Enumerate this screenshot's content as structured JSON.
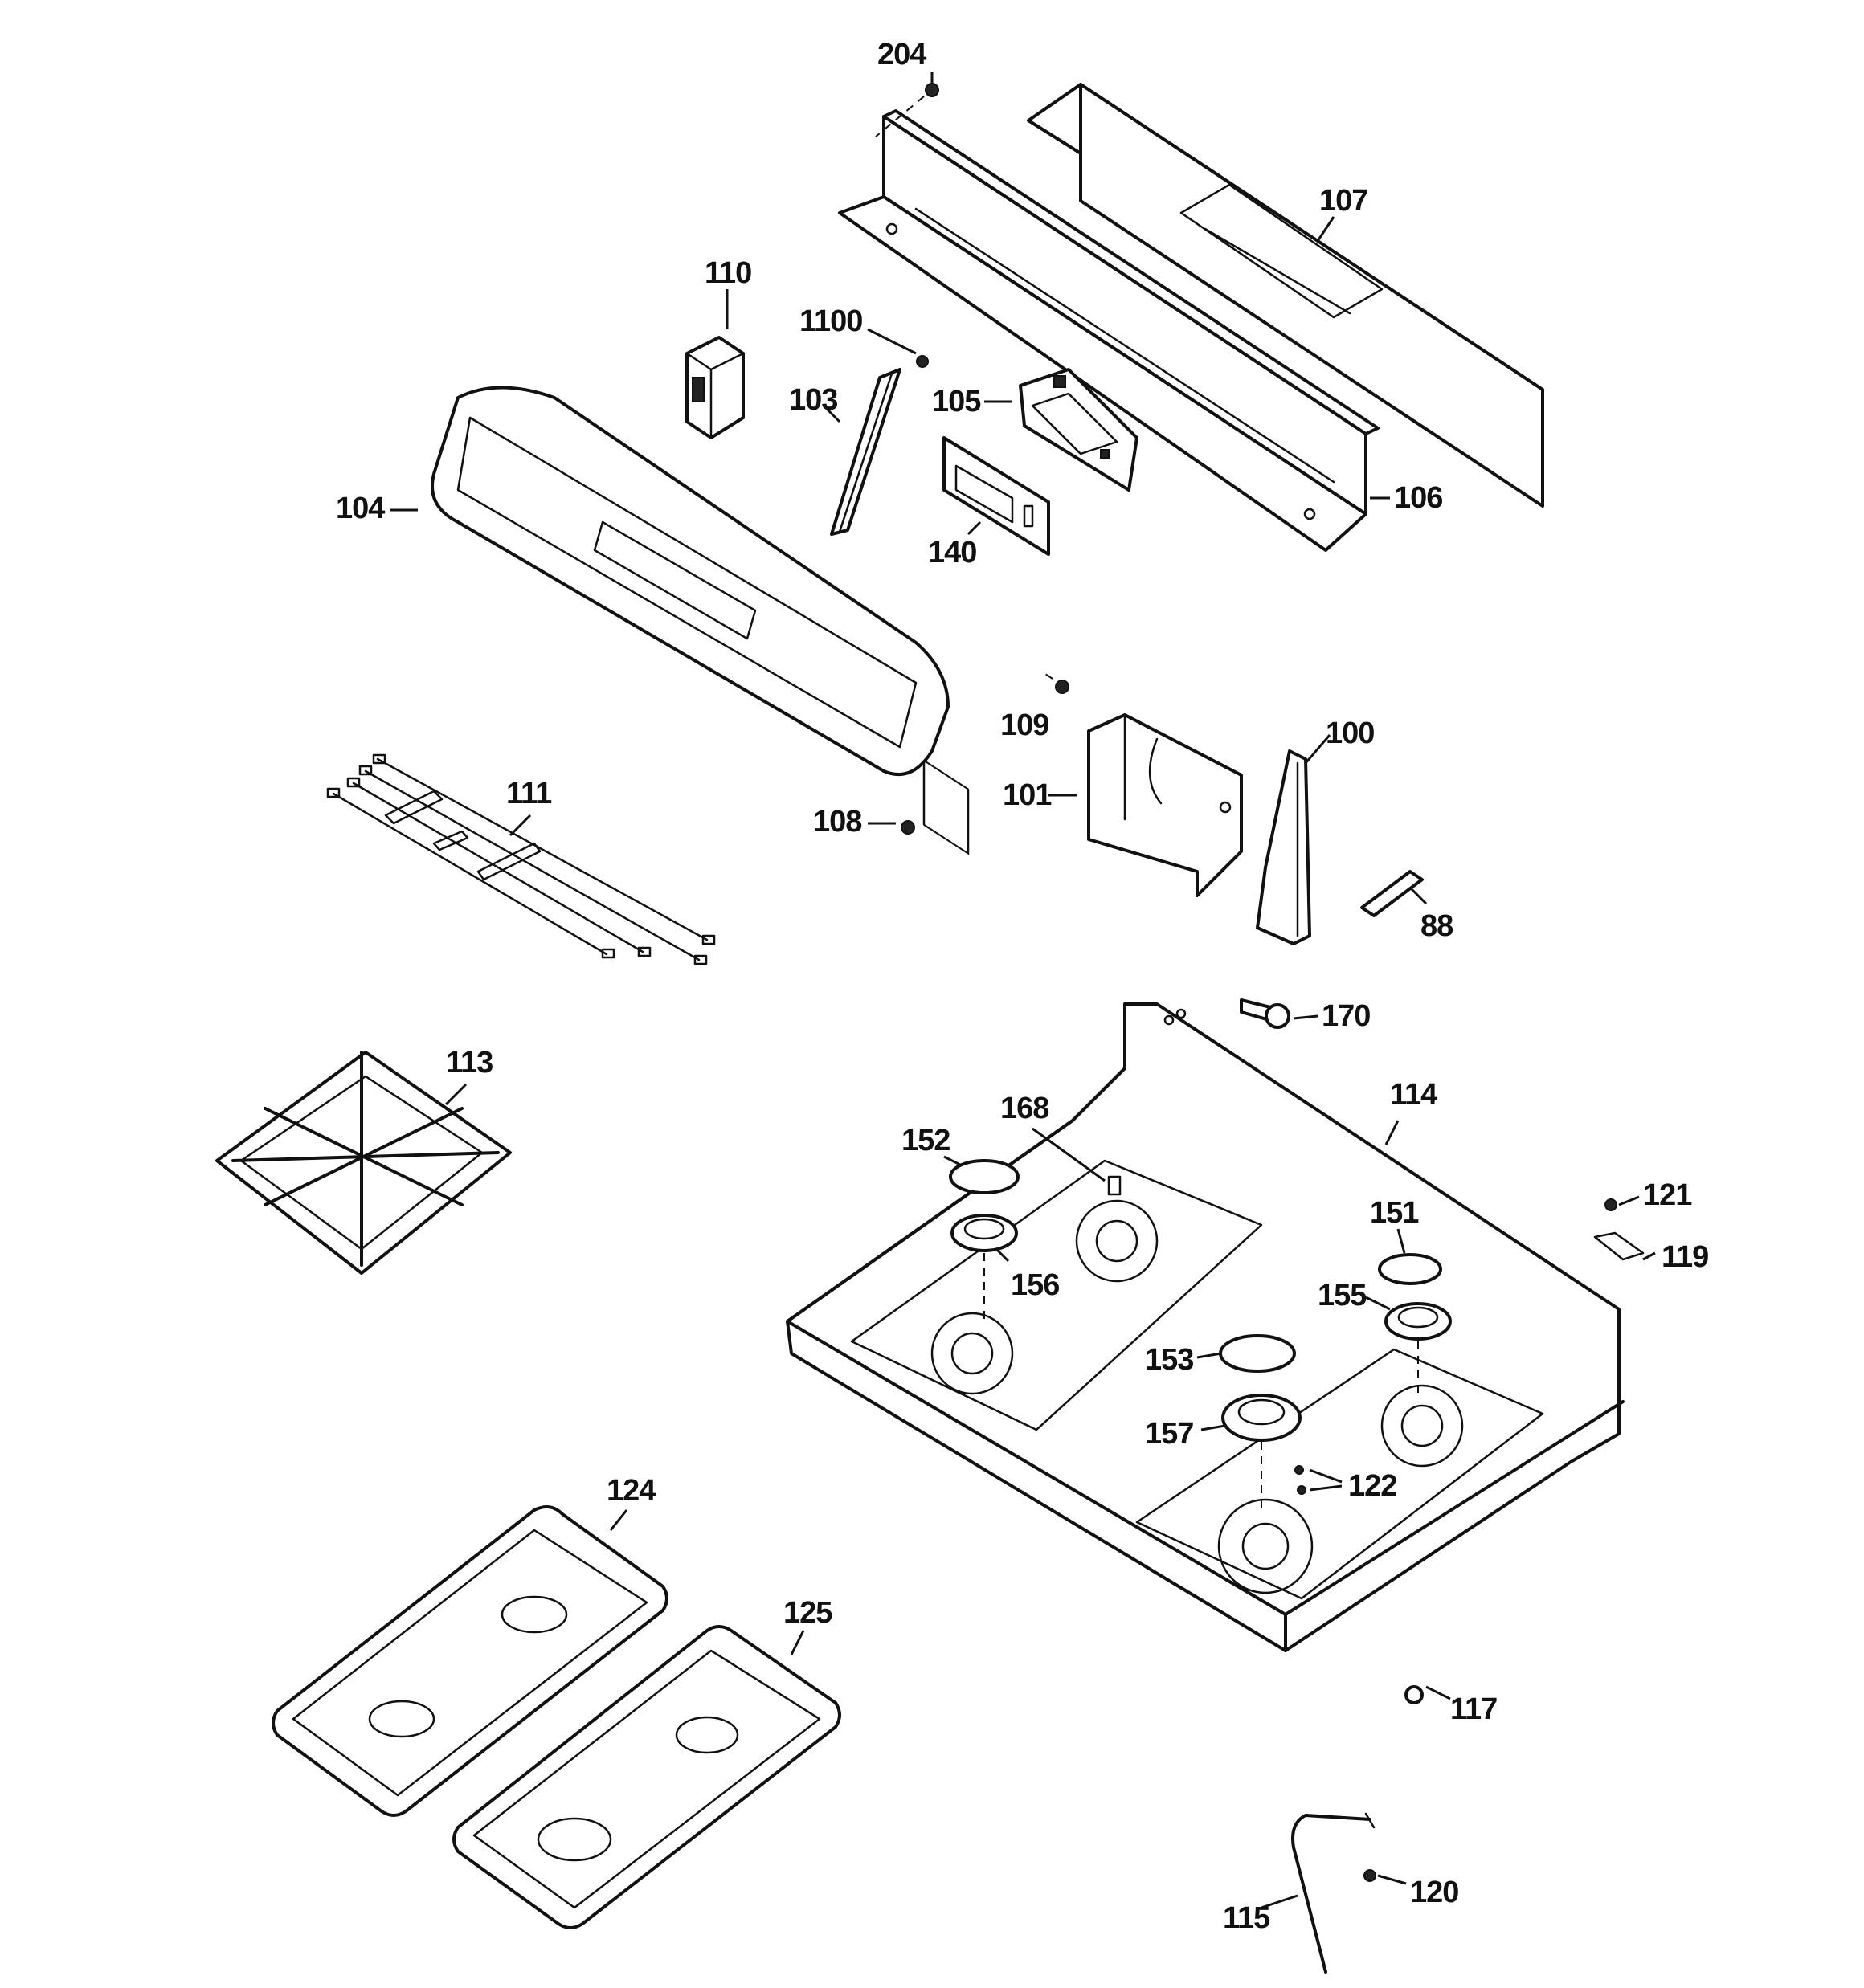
{
  "callouts": [
    {
      "id": "c204",
      "text": "204"
    },
    {
      "id": "c107",
      "text": "107"
    },
    {
      "id": "c110",
      "text": "110"
    },
    {
      "id": "c1100",
      "text": "1100"
    },
    {
      "id": "c103",
      "text": "103"
    },
    {
      "id": "c105",
      "text": "105"
    },
    {
      "id": "c104",
      "text": "104"
    },
    {
      "id": "c106",
      "text": "106"
    },
    {
      "id": "c140",
      "text": "140"
    },
    {
      "id": "c109",
      "text": "109"
    },
    {
      "id": "c100",
      "text": "100"
    },
    {
      "id": "c111",
      "text": "111"
    },
    {
      "id": "c101",
      "text": "101"
    },
    {
      "id": "c108",
      "text": "108"
    },
    {
      "id": "c88",
      "text": "88"
    },
    {
      "id": "c170",
      "text": "170"
    },
    {
      "id": "c113",
      "text": "113"
    },
    {
      "id": "c114",
      "text": "114"
    },
    {
      "id": "c168",
      "text": "168"
    },
    {
      "id": "c152",
      "text": "152"
    },
    {
      "id": "c121",
      "text": "121"
    },
    {
      "id": "c151",
      "text": "151"
    },
    {
      "id": "c119",
      "text": "119"
    },
    {
      "id": "c156",
      "text": "156"
    },
    {
      "id": "c155",
      "text": "155"
    },
    {
      "id": "c153",
      "text": "153"
    },
    {
      "id": "c157",
      "text": "157"
    },
    {
      "id": "c122",
      "text": "122"
    },
    {
      "id": "c124",
      "text": "124"
    },
    {
      "id": "c125",
      "text": "125"
    },
    {
      "id": "c117",
      "text": "117"
    },
    {
      "id": "c120",
      "text": "120"
    },
    {
      "id": "c115",
      "text": "115"
    }
  ]
}
